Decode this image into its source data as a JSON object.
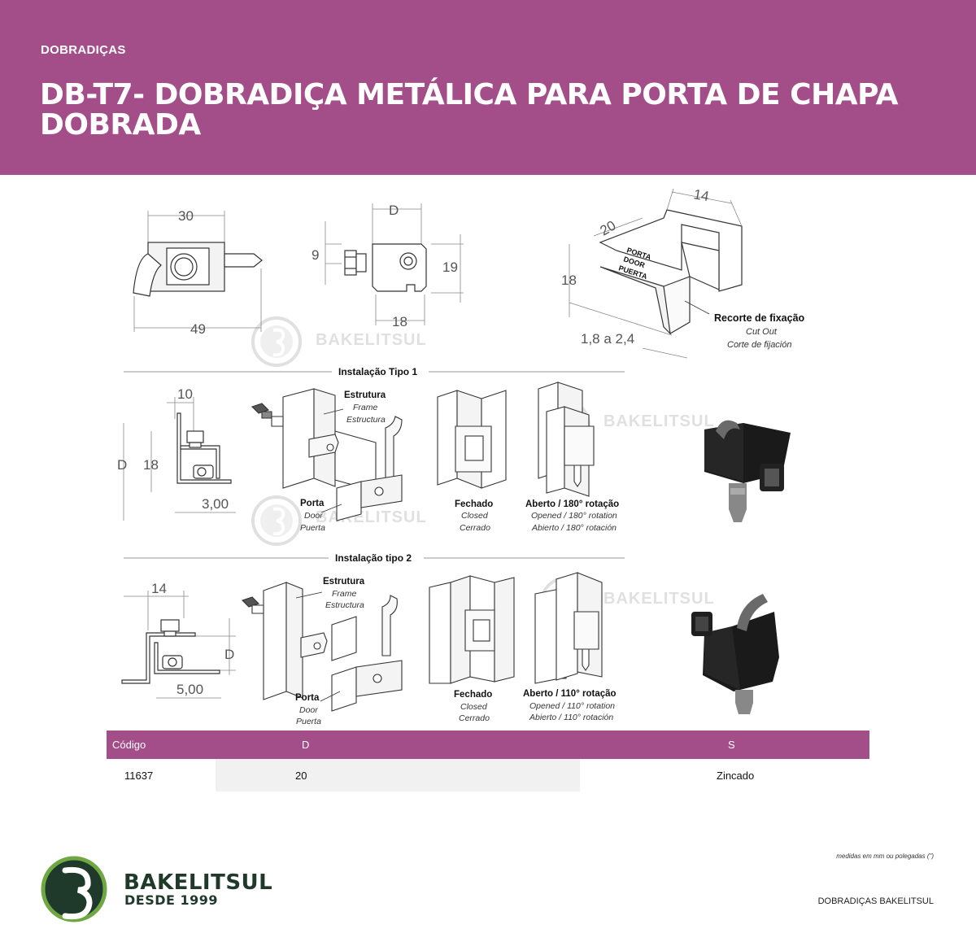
{
  "header": {
    "category": "DOBRADIÇAS",
    "title": "DB-T7- DOBRADIÇA METÁLICA PARA PORTA DE CHAPA DOBRADA"
  },
  "watermark": "BAKELITSUL",
  "drawing_top": {
    "dim_30": "30",
    "dim_49": "49",
    "dim_D": "D",
    "dim_9": "9",
    "dim_19": "19",
    "dim_18": "18",
    "dim_14": "14",
    "dim_20": "20",
    "dim_18b": "18",
    "dim_thick": "1,8 a 2,4",
    "porta_label": [
      "PORTA",
      "DOOR",
      "PUERTA"
    ],
    "cutout_title": "Recorte de fixação",
    "cutout_en": "Cut Out",
    "cutout_es": "Corte de fijación"
  },
  "install1": {
    "title": "Instalação Tipo 1",
    "dim_10": "10",
    "dim_D": "D",
    "dim_18": "18",
    "dim_300": "3,00",
    "frame": [
      "Estrutura",
      "Frame",
      "Estructura"
    ],
    "door": [
      "Porta",
      "Door",
      "Puerta"
    ],
    "closed": [
      "Fechado",
      "Closed",
      "Cerrado"
    ],
    "open": [
      "Aberto / 180° rotação",
      "Opened / 180° rotation",
      "Abierto / 180° rotación"
    ]
  },
  "install2": {
    "title": "Instalação tipo 2",
    "dim_14": "14",
    "dim_D": "D",
    "dim_500": "5,00",
    "frame": [
      "Estrutura",
      "Frame",
      "Estructura"
    ],
    "door": [
      "Porta",
      "Door",
      "Puerta"
    ],
    "closed": [
      "Fechado",
      "Closed",
      "Cerrado"
    ],
    "open": [
      "Aberto / 110° rotação",
      "Opened / 110° rotation",
      "Abierto / 110° rotación"
    ]
  },
  "table": {
    "headers": [
      "Código",
      "D",
      "S"
    ],
    "rows": [
      [
        "11637",
        "20",
        "Zincado"
      ]
    ]
  },
  "footer": {
    "brand": "BAKELITSUL",
    "since": "DESDE 1999",
    "note": "medidas em mm ou polegadas (\")",
    "category": "DOBRADIÇAS BAKELITSUL"
  },
  "colors": {
    "brand_purple": "#a34e89",
    "brand_green": "#1f3a2a",
    "logo_ring": "#6fa843"
  }
}
